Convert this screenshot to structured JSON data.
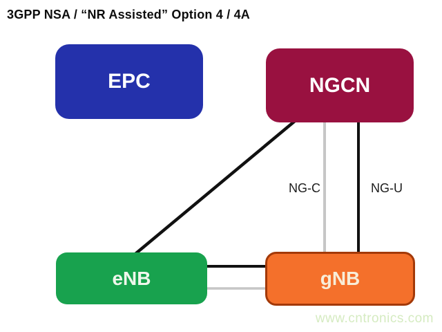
{
  "title": "3GPP NSA / “NR Assisted”  Option 4 / 4A",
  "diagram": {
    "nodes": {
      "epc": {
        "label": "EPC",
        "fill": "#2431AB",
        "text_color": "#FFFFFF"
      },
      "ngcn": {
        "label": "NGCN",
        "fill": "#991140",
        "text_color": "#FFFFFF"
      },
      "enb": {
        "label": "eNB",
        "fill": "#18A24E",
        "text_color": "#F0F7EC"
      },
      "gnb": {
        "label": "gNB",
        "fill": "#F4702B",
        "border_color": "#A33908",
        "text_color": "#F8EDD8"
      }
    },
    "links": {
      "ngcn_enb": {
        "from": "NGCN",
        "to": "eNB",
        "style": "solid-black",
        "label": ""
      },
      "ngcn_gnb_ngc": {
        "from": "NGCN",
        "to": "gNB",
        "style": "solid-gray",
        "label": "NG-C"
      },
      "ngcn_gnb_ngu": {
        "from": "NGCN",
        "to": "gNB",
        "style": "solid-black",
        "label": "NG-U"
      },
      "enb_gnb_black": {
        "from": "eNB",
        "to": "gNB",
        "style": "solid-black",
        "label": ""
      },
      "enb_gnb_gray": {
        "from": "eNB",
        "to": "gNB",
        "style": "solid-gray",
        "label": ""
      }
    },
    "line_colors": {
      "black": "#111111",
      "gray": "#C6C6C6"
    }
  },
  "watermark": {
    "text": "www.cntronics.com",
    "color": "#D5EBC1"
  }
}
